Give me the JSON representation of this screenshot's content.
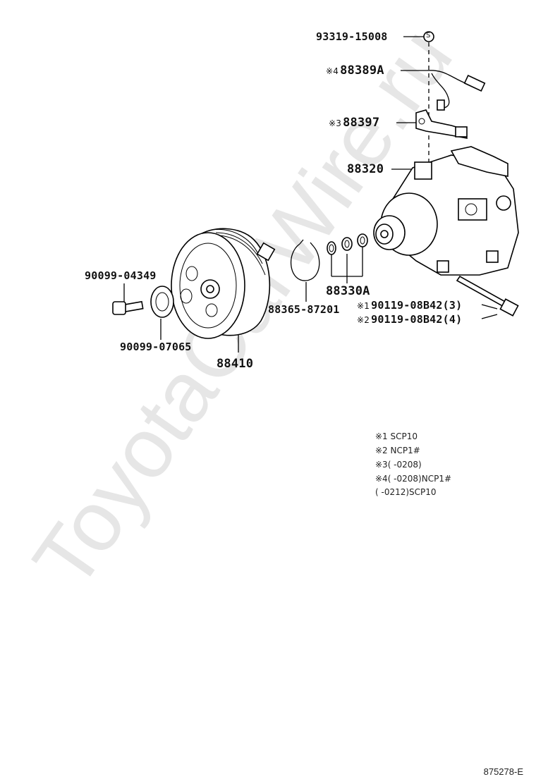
{
  "watermark": "ToyotaCarWire.ru",
  "figure_id": "875278-E",
  "parts": {
    "p93319": "93319-15008",
    "p88389a": "88389A",
    "p88397": "88397",
    "p88320": "88320",
    "p90099_04349": "90099-04349",
    "p88365": "88365-87201",
    "p88330a": "88330A",
    "p90119_3": "90119-08B42(3)",
    "p90119_4": "90119-08B42(4)",
    "p90099_07065": "90099-07065",
    "p88410": "88410"
  },
  "marks": {
    "m4": "※4",
    "m3": "※3",
    "m1": "※1",
    "m2": "※2",
    "s_circle": "S"
  },
  "notes": {
    "n1": "※1 SCP10",
    "n2": "※2 NCP1#",
    "n3": "※3(    -0208)",
    "n4": "※4(    -0208)NCP1#",
    "n5": "   (    -0212)SCP10"
  }
}
